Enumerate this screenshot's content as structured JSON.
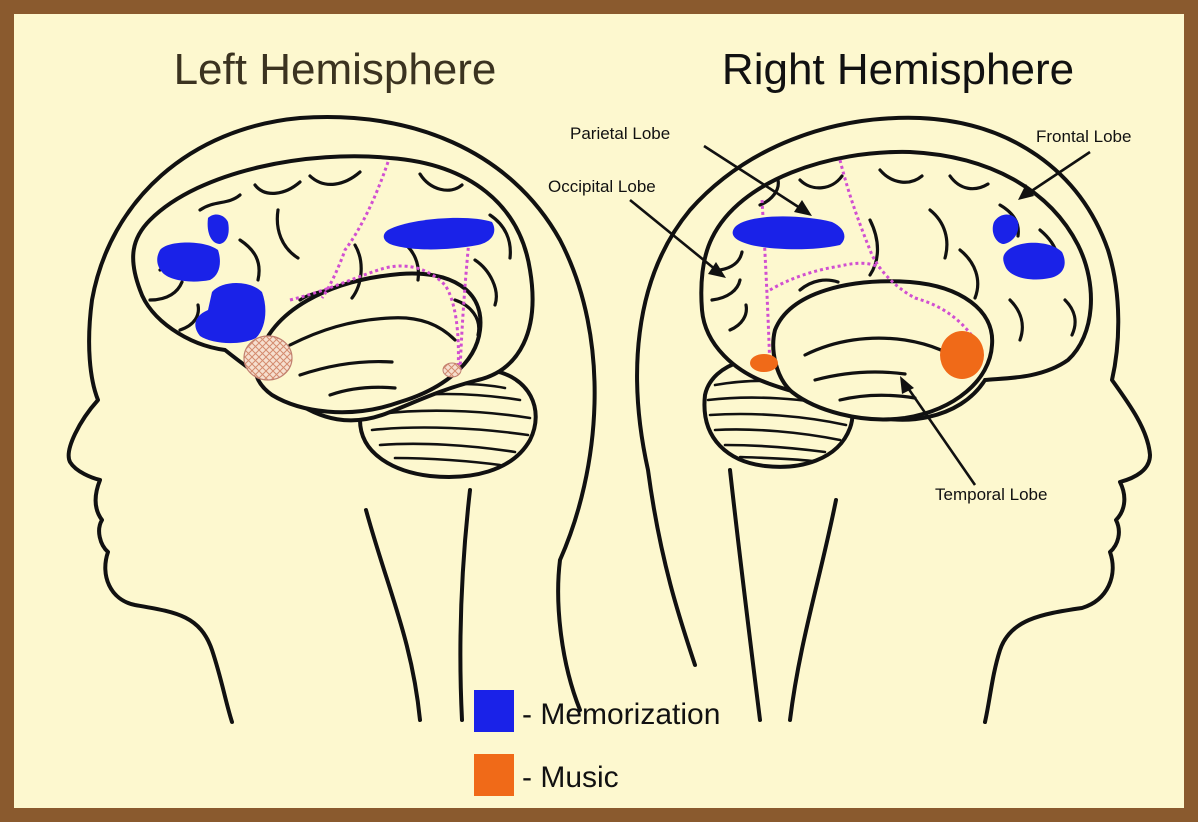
{
  "titles": {
    "left": "Left Hemisphere",
    "right": "Right Hemisphere"
  },
  "lobe_labels": {
    "parietal": "Parietal Lobe",
    "occipital": "Occipital Lobe",
    "frontal": "Frontal Lobe",
    "temporal": "Temporal Lobe"
  },
  "legend": {
    "memorization": {
      "label": "- Memorization",
      "color": "#1a22e8"
    },
    "music": {
      "label": "- Music",
      "color": "#f06a18"
    }
  },
  "colors": {
    "background": "#fdf8cf",
    "border": "#8a5a2e",
    "title_left": "#3b3320",
    "title_right": "#111111",
    "lobe_boundary": "#d14fd1",
    "hatched_region": "#e8b9a6"
  }
}
